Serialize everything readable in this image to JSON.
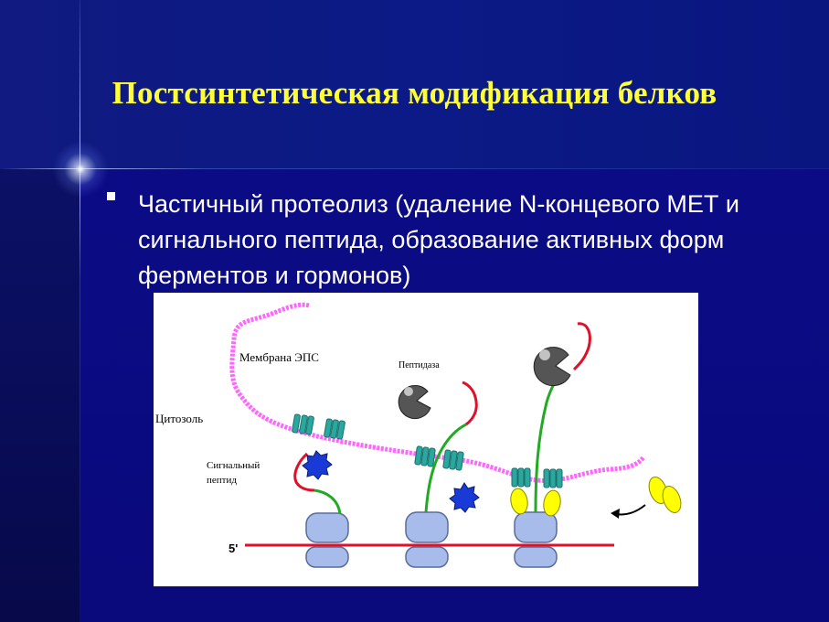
{
  "slide": {
    "title": "Постсинтетическая модификация белков",
    "bullet": "Частичный протеолиз (удаление N-концевого МЕТ и сигнального пептида, образование активных форм ферментов и гормонов)"
  },
  "figure": {
    "labels": {
      "membrane": "Мембрана ЭПС",
      "peptidase": "Пептидаза",
      "cytosol": "Цитозоль",
      "signal_line1": "Сигнальный",
      "signal_line2": "пептид",
      "mrna_end": "5'"
    },
    "colors": {
      "membrane": "#ff66ff",
      "channel": "#2aa8a0",
      "chain": "#22aa22",
      "signal": "#e0102a",
      "peptidase": "#555555",
      "signal_recognition": "#1a3ad8",
      "bip": "#ffff00",
      "ribosome": "#a8bcec",
      "mrna": "#e0102a"
    }
  }
}
